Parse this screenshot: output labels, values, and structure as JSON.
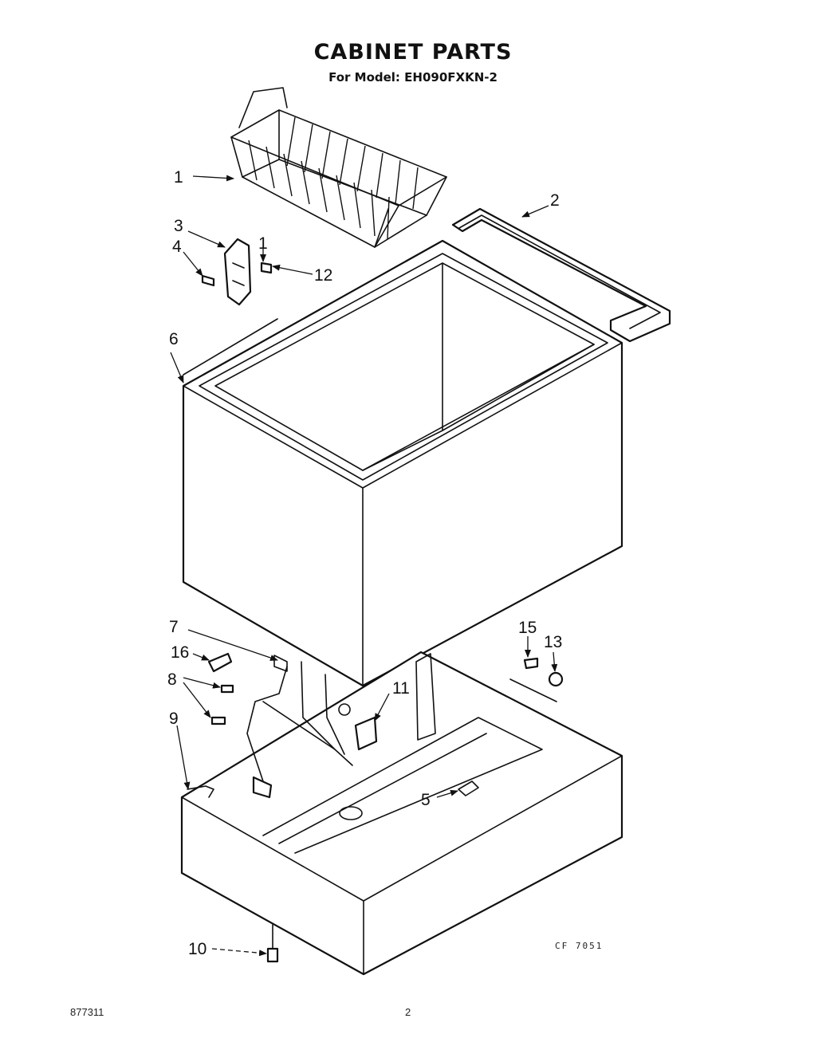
{
  "title": "CABINET PARTS",
  "subtitle": "For Model: EH090FXKN-2",
  "drawing_code": "CF 7051",
  "doc_number": "877311",
  "page_number": "2",
  "callouts": [
    {
      "id": "1"
    },
    {
      "id": "2"
    },
    {
      "id": "3"
    },
    {
      "id": "4"
    },
    {
      "id": "1"
    },
    {
      "id": "12"
    },
    {
      "id": "6"
    },
    {
      "id": "7"
    },
    {
      "id": "16"
    },
    {
      "id": "8"
    },
    {
      "id": "9"
    },
    {
      "id": "11"
    },
    {
      "id": "15"
    },
    {
      "id": "13"
    },
    {
      "id": "5"
    },
    {
      "id": "10"
    }
  ]
}
